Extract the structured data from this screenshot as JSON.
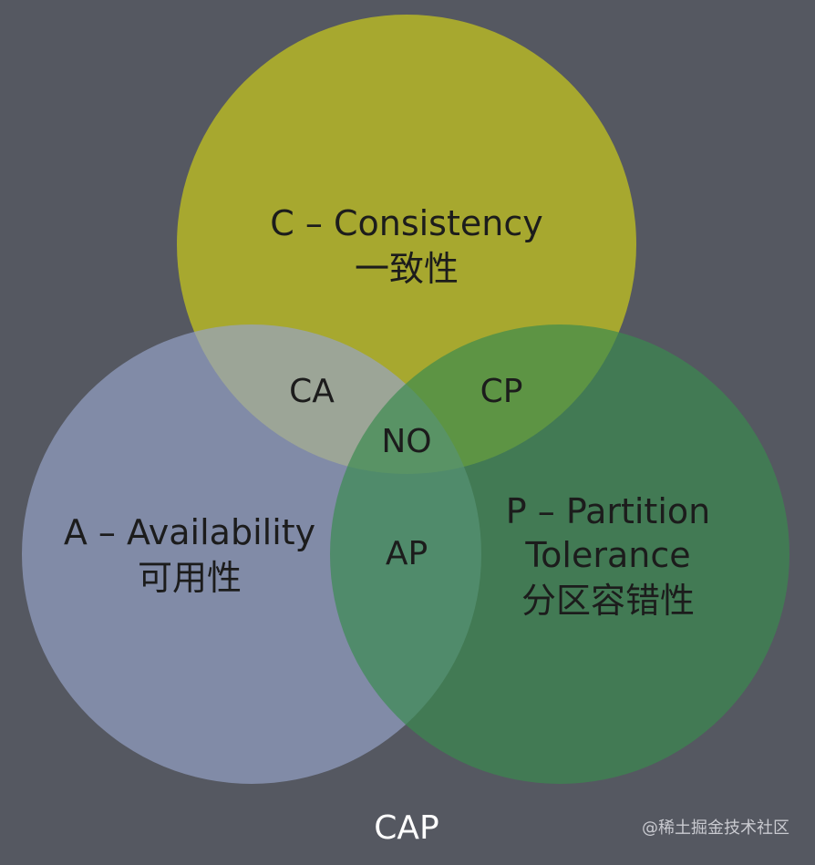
{
  "colors": {
    "background": "#555861",
    "circle_c": "#b0b12a",
    "circle_a": "#97a4c8",
    "circle_p": "#3a8a4e",
    "text": "#1c1c1c",
    "caption": "#ffffff"
  },
  "circles": {
    "c": {
      "line1": "C – Consistency",
      "line2": "一致性"
    },
    "a": {
      "line1": "A – Availability",
      "line2": "可用性"
    },
    "p": {
      "line1": "P – Partition",
      "line2": "Tolerance",
      "line3": "分区容错性"
    }
  },
  "overlaps": {
    "ca": "CA",
    "cp": "CP",
    "ap": "AP",
    "center": "NO"
  },
  "caption": "CAP",
  "watermark": "@稀土掘金技术社区"
}
